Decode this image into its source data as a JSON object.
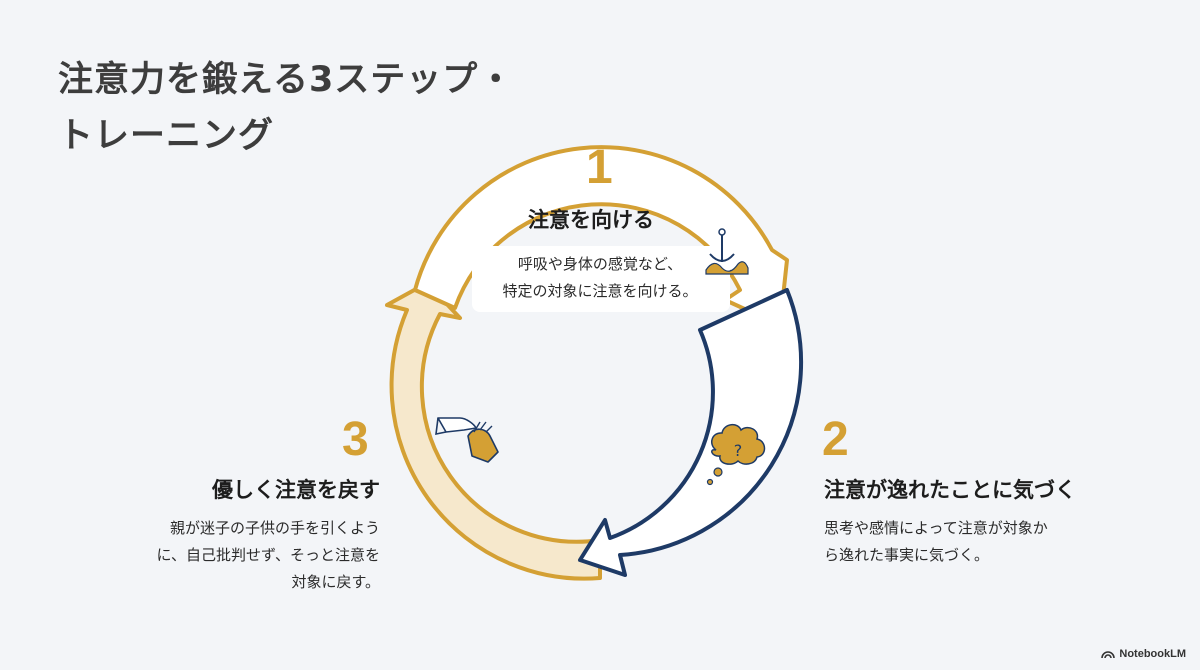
{
  "title": {
    "line1": "注意力を鍛える3ステップ・",
    "line2": "トレーニング"
  },
  "steps": [
    {
      "number": "1",
      "title": "注意を向ける",
      "desc": [
        "呼吸や身体の感覚など、",
        "特定の対象に注意を向ける。"
      ],
      "icon": "anchor-wave-icon"
    },
    {
      "number": "2",
      "title": "注意が逸れたことに気づく",
      "desc": [
        "思考や感情によって注意が対象か",
        "ら逸れた事実に気づく。"
      ],
      "icon": "thought-cloud-question-icon"
    },
    {
      "number": "3",
      "title": "優しく注意を戻す",
      "desc": [
        "親が迷子の子供の手を引くよう",
        "に、自己批判せず、そっと注意を",
        "対象に戻す。"
      ],
      "icon": "helping-hands-icon"
    }
  ],
  "colors": {
    "gold": "#d4a034",
    "navy": "#1e3a66",
    "light_gold": "#f6e8cc"
  },
  "footer": {
    "brand": "NotebookLM",
    "icon": "notebooklm-logo-icon"
  }
}
